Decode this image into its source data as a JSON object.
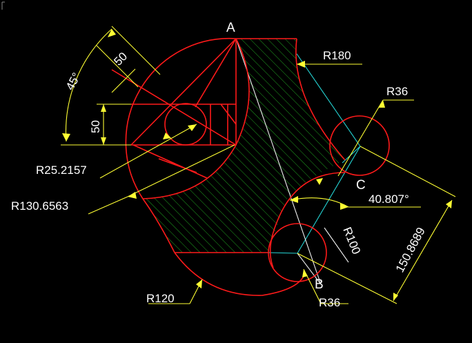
{
  "points": {
    "a": "A",
    "b": "B",
    "c": "C"
  },
  "dims": {
    "angle45": "45°",
    "len50_diag": "50",
    "len50_vert": "50",
    "r180": "R180",
    "r36_top": "R36",
    "r25": "R25.2157",
    "r130": "R130.6563",
    "r100": "R100",
    "angle40": "40.807°",
    "len150": "150.8689",
    "r120": "R120",
    "r36_bottom": "R36"
  },
  "colors": {
    "background": "#000000",
    "geometry": "#ff1a1a",
    "dimension": "#ffff33",
    "construction": "#25d6d6",
    "hatch": "#20a020",
    "text": "#ffffff"
  }
}
